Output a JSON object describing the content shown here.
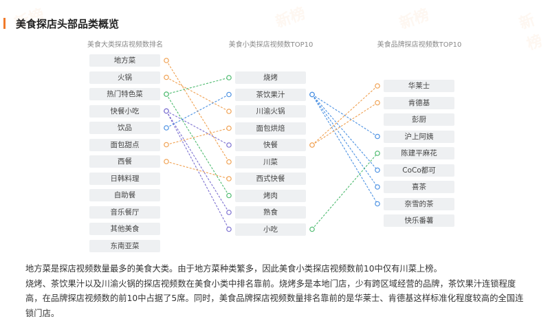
{
  "title": "美食探店头部品类概览",
  "columns": [
    {
      "header": "美食大类探店视频数排名",
      "items": [
        "地方菜",
        "火锅",
        "热门特色菜",
        "快餐小吃",
        "饮品",
        "面包甜点",
        "西餐",
        "日韩料理",
        "自助餐",
        "音乐餐厅",
        "其他美食",
        "东南亚菜"
      ]
    },
    {
      "header": "美食小类探店视频数TOP10",
      "items": [
        "烧烤",
        "茶饮果汁",
        "川渝火锅",
        "面包烘焙",
        "快餐",
        "川菜",
        "西式快餐",
        "烤肉",
        "熟食",
        "小吃"
      ]
    },
    {
      "header": "美食品牌探店视频数TOP10",
      "items": [
        "华莱士",
        "肯德基",
        "彭厨",
        "沪上阿姨",
        "陈建平麻花",
        "CoCo都可",
        "喜茶",
        "奈雪的茶",
        "快乐番薯"
      ]
    }
  ],
  "colors": {
    "orange": "#f0a050",
    "green": "#4cba6e",
    "blue": "#4a90e2",
    "purple": "#7b6fd0",
    "accent": "#f07a2a"
  },
  "links_left_to_mid": [
    [
      0,
      5,
      "orange"
    ],
    [
      1,
      2,
      "orange"
    ],
    [
      2,
      0,
      "green"
    ],
    [
      2,
      7,
      "green"
    ],
    [
      3,
      4,
      "purple"
    ],
    [
      3,
      8,
      "purple"
    ],
    [
      3,
      9,
      "purple"
    ],
    [
      4,
      1,
      "blue"
    ],
    [
      5,
      3,
      "orange"
    ],
    [
      6,
      6,
      "orange"
    ]
  ],
  "links_mid_to_right": [
    [
      1,
      3,
      "blue"
    ],
    [
      1,
      5,
      "blue"
    ],
    [
      1,
      6,
      "blue"
    ],
    [
      1,
      7,
      "blue"
    ],
    [
      4,
      0,
      "orange"
    ],
    [
      4,
      1,
      "orange"
    ],
    [
      9,
      4,
      "green"
    ]
  ],
  "paragraphs": [
    "地方菜是探店视频数量最多的美食大类。由于地方菜种类繁多，因此美食小类探店视频数前10中仅有川菜上榜。",
    "烧烤、茶饮果汁以及川渝火锅的探店视频数在美食小类中排名靠前。烧烤多是本地门店，少有跨区域经营的品牌，茶饮果汁连锁程度高，在品牌探店视频数的前10中占据了5席。同时，美食品牌探店视频数量排名靠前的是华莱士、肯德基这样标准化程度较高的全国连锁门店。"
  ]
}
